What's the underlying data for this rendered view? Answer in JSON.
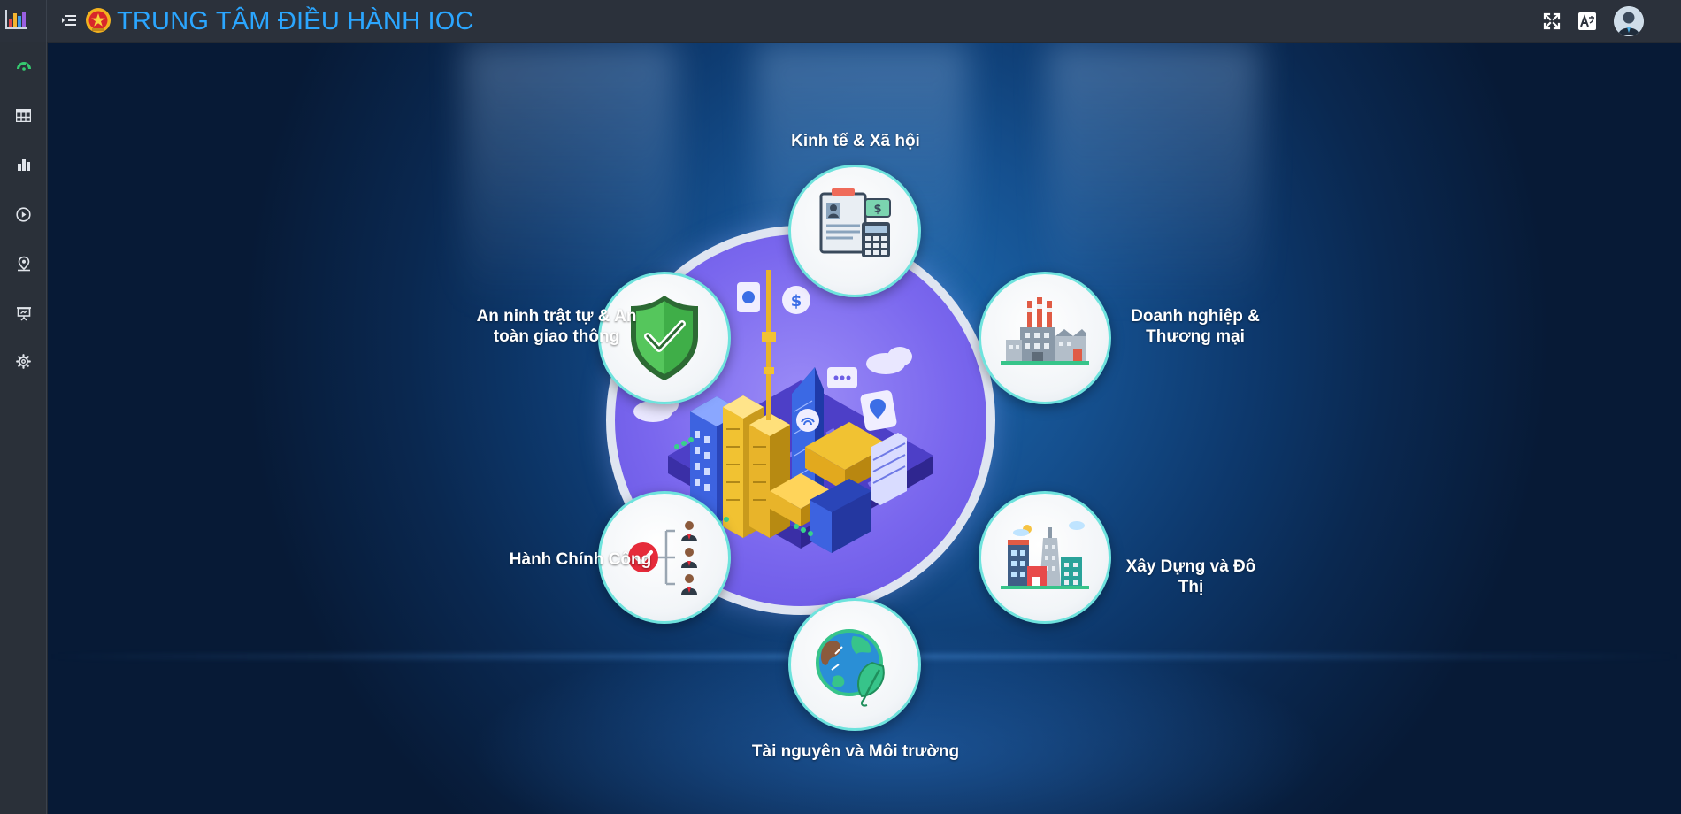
{
  "header": {
    "title": "TRUNG TÂM ĐIỀU HÀNH IOC",
    "logo_icon": "bar-chart-logo-icon",
    "emblem_icon": "national-emblem-icon",
    "actions": [
      "fullscreen-icon",
      "translate-icon",
      "user-avatar"
    ]
  },
  "sidebar": {
    "items": [
      {
        "id": "dashboard",
        "icon": "dashboard-icon",
        "active": true
      },
      {
        "id": "table",
        "icon": "table-icon"
      },
      {
        "id": "chart",
        "icon": "bar-chart-icon"
      },
      {
        "id": "video",
        "icon": "play-circle-icon"
      },
      {
        "id": "map",
        "icon": "map-pin-icon"
      },
      {
        "id": "presentation",
        "icon": "presentation-icon"
      },
      {
        "id": "settings",
        "icon": "gear-icon"
      }
    ]
  },
  "hub": {
    "icon": "smart-city-illustration",
    "modules": [
      {
        "id": "economy",
        "label": "Kinh tế & Xã hội",
        "icon": "document-calculator-icon"
      },
      {
        "id": "business",
        "label": "Doanh nghiệp & Thương mại",
        "icon": "factory-icon"
      },
      {
        "id": "construction",
        "label": "Xây Dựng và Đô Thị",
        "icon": "city-buildings-icon"
      },
      {
        "id": "environment",
        "label": "Tài nguyên và Môi trường",
        "icon": "earth-leaf-icon"
      },
      {
        "id": "administration",
        "label": "Hành Chính Công",
        "icon": "checklist-people-icon"
      },
      {
        "id": "security",
        "label": "An ninh trật tự & An toàn giao thông",
        "icon": "shield-check-icon"
      }
    ]
  },
  "colors": {
    "title": "#2ba6ff",
    "node_border": "#6ee3dd",
    "hub_purple": "#7a67ee",
    "active_nav": "#35c96f"
  }
}
